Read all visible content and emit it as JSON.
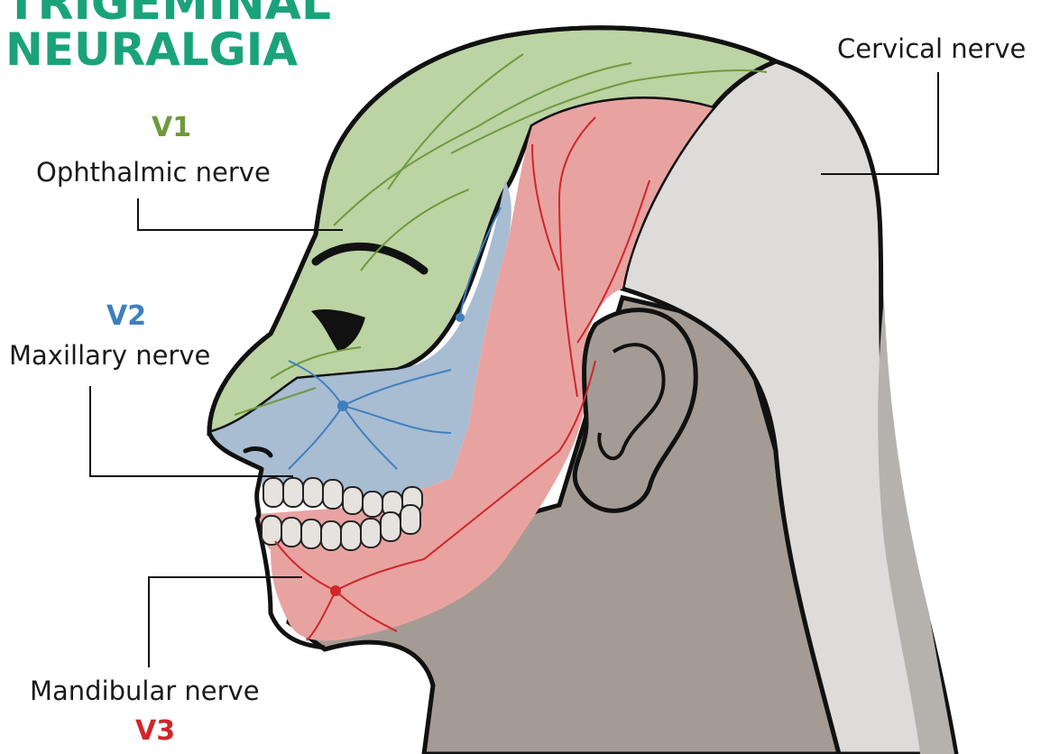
{
  "title": {
    "line1": "TRIGEMINAL",
    "line2": "NEURALGIA",
    "color": "#1aa37a"
  },
  "labels": {
    "v1": {
      "code": "V1",
      "name": "Ophthalmic nerve",
      "color": "#6f9a3c"
    },
    "v2": {
      "code": "V2",
      "name": "Maxillary nerve",
      "color": "#3f7fc0"
    },
    "v3": {
      "code": "V3",
      "name": "Mandibular nerve",
      "color": "#d0262b"
    },
    "cervical": {
      "name": "Cervical nerve"
    }
  },
  "regions": {
    "ophthalmic_fill": "#bcd3a4",
    "maxillary_fill": "#a8bcd2",
    "mandibular_fill": "#e8a3a1",
    "cervical_fill": "#dedcda",
    "neck_fill": "#a49c94",
    "skin_fill": "#b8b0a8"
  }
}
